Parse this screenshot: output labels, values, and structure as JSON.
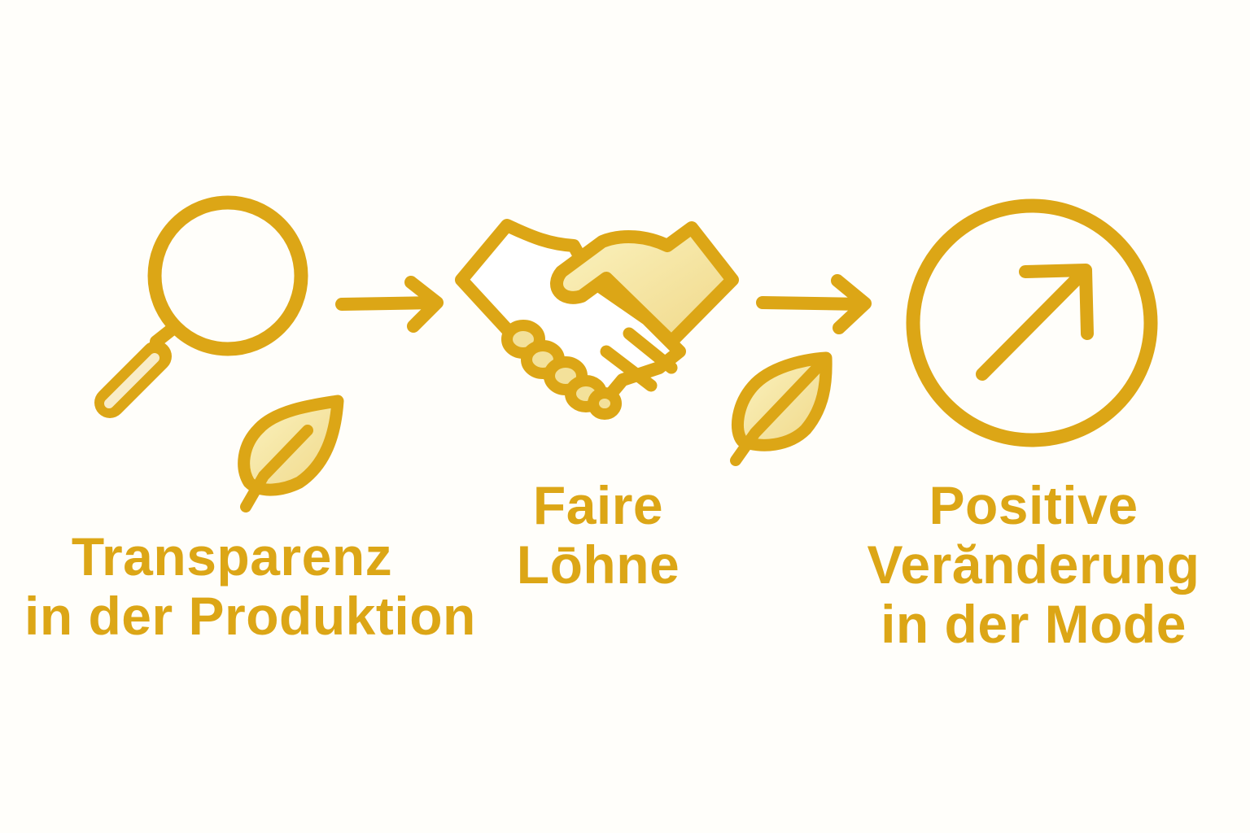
{
  "diagram": {
    "type": "process-flow",
    "colors": {
      "stroke": "#dca616",
      "fill_light": "#f8ecb0",
      "fill_dark": "#f1dc8a",
      "background": "#fffefa"
    },
    "steps": [
      {
        "icon": "magnifying-glass-icon",
        "label_lines": [
          "Transparenz",
          "in der Produktion"
        ]
      },
      {
        "icon": "handshake-icon",
        "label_lines": [
          "Faire",
          "Lōhne"
        ]
      },
      {
        "icon": "trend-up-circle-icon",
        "label_lines": [
          "Positive",
          "Verӑnderung",
          "in der Mode"
        ]
      }
    ],
    "connectors": [
      {
        "from": 0,
        "to": 1,
        "icon": "arrow-right-icon"
      },
      {
        "from": 1,
        "to": 2,
        "icon": "arrow-right-icon"
      }
    ],
    "decorations": [
      {
        "icon": "leaf-icon",
        "near_step": 0
      },
      {
        "icon": "leaf-icon",
        "near_step": 1
      }
    ]
  }
}
